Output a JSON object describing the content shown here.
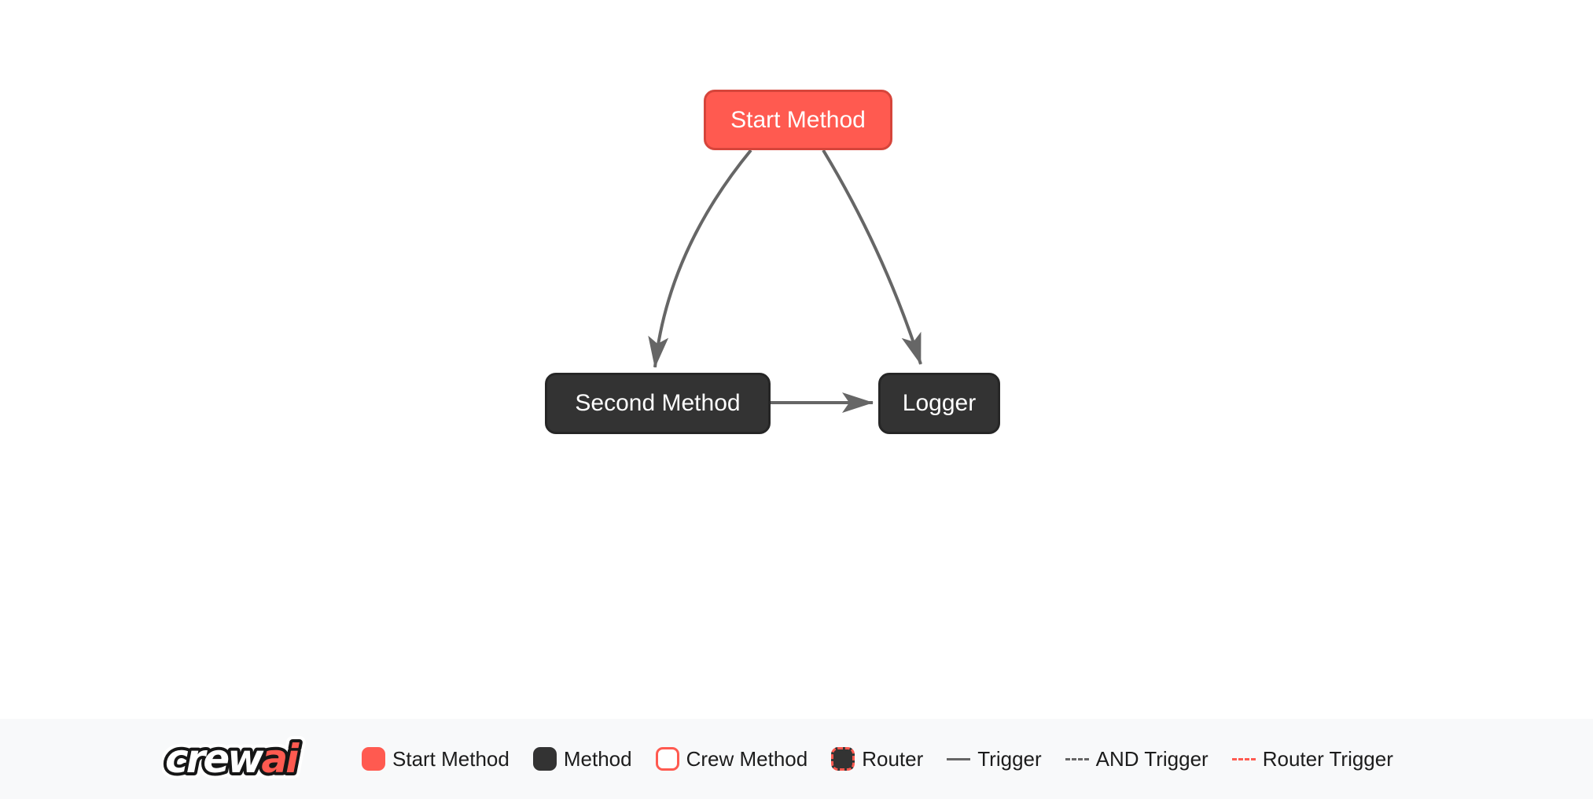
{
  "diagram": {
    "nodes": [
      {
        "id": "start",
        "label": "Start Method",
        "type": "start-method",
        "fill": "#FF5A50"
      },
      {
        "id": "second",
        "label": "Second Method",
        "type": "method",
        "fill": "#333333"
      },
      {
        "id": "logger",
        "label": "Logger",
        "type": "method",
        "fill": "#333333"
      }
    ],
    "edges": [
      {
        "from": "start",
        "to": "second",
        "type": "trigger"
      },
      {
        "from": "start",
        "to": "logger",
        "type": "trigger"
      },
      {
        "from": "second",
        "to": "logger",
        "type": "trigger"
      }
    ]
  },
  "footer": {
    "logo": {
      "crew": "crew",
      "ai": "ai"
    },
    "legend": [
      {
        "label": "Start Method",
        "swatch": "box-red"
      },
      {
        "label": "Method",
        "swatch": "box-dark"
      },
      {
        "label": "Crew Method",
        "swatch": "box-white-red-border"
      },
      {
        "label": "Router",
        "swatch": "box-dark-red-dashed-border"
      },
      {
        "label": "Trigger",
        "swatch": "line-solid-gray"
      },
      {
        "label": "AND Trigger",
        "swatch": "line-dashed-gray"
      },
      {
        "label": "Router Trigger",
        "swatch": "line-dashed-red"
      }
    ]
  },
  "colors": {
    "start_method": "#FF5A50",
    "method": "#333333",
    "edge": "#666666",
    "node_text": "#ffffff",
    "legend_text": "#1c1c1c",
    "footer_bg": "#f8f9fa",
    "canvas_bg": "#ffffff"
  }
}
